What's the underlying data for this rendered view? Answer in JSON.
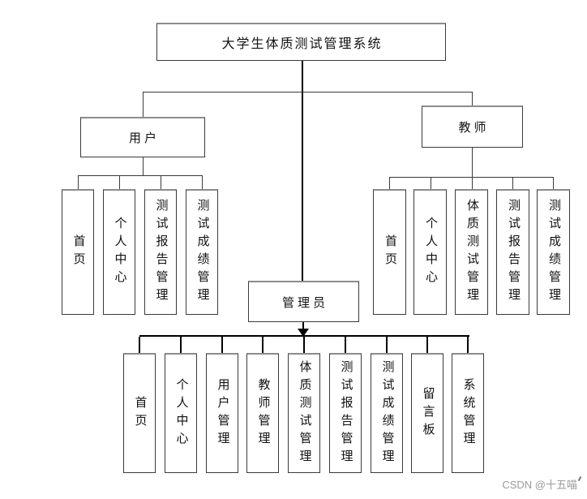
{
  "diagram": {
    "title": "大学生体质测试管理系统",
    "branches": [
      {
        "label": "用户",
        "children": [
          "首页",
          "个人中心",
          "测试报告管理",
          "测试成绩管理"
        ]
      },
      {
        "label": "教师",
        "children": [
          "首页",
          "个人中心",
          "体质测试管理",
          "测试报告管理",
          "测试成绩管理"
        ]
      },
      {
        "label": "管理员",
        "children": [
          "首页",
          "个人中心",
          "用户管理",
          "教师管理",
          "体质测试管理",
          "测试报告管理",
          "测试成绩管理",
          "留言板",
          "系统管理"
        ]
      }
    ]
  },
  "watermark": {
    "text": "CSDN @十五喵"
  },
  "colors": {
    "background": "#ffffff",
    "box_border": "#3a3a3a",
    "box_border_top": "#8c8c8c",
    "text": "#111111",
    "line": "#3a3a3a",
    "thick_line": "#000000",
    "watermark": "#9a9a9a"
  }
}
